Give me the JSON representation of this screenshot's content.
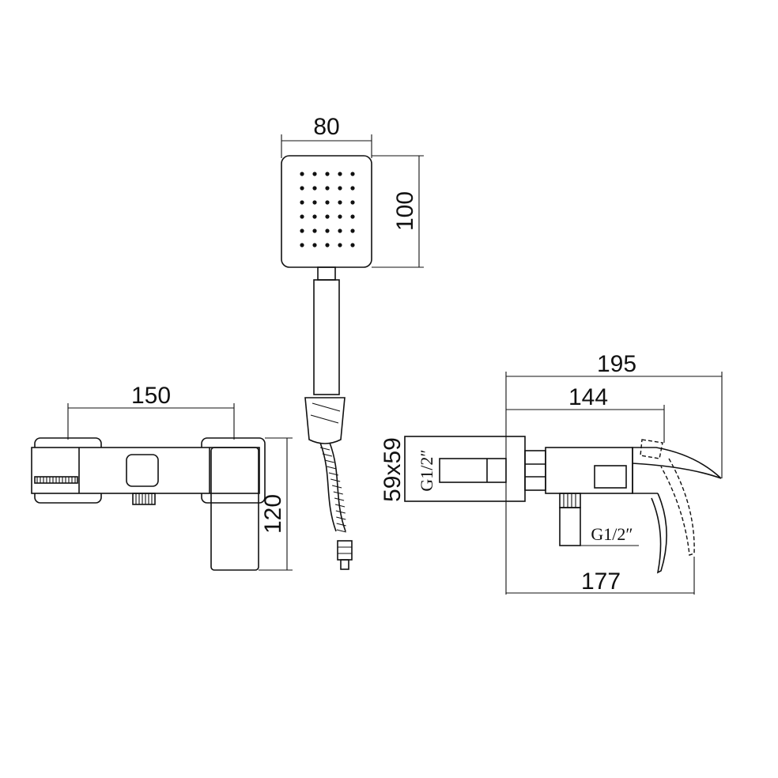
{
  "dimensions": {
    "head_width": "80",
    "head_height": "100",
    "body_width": "150",
    "body_height": "120",
    "overall_length": "195",
    "spout_length": "144",
    "base_length": "177",
    "escutcheon_size": "59x59",
    "inlet_thread": "G1/2″",
    "outlet_thread": "G1/2″"
  },
  "colors": {
    "line": "#111111",
    "background": "#ffffff"
  }
}
